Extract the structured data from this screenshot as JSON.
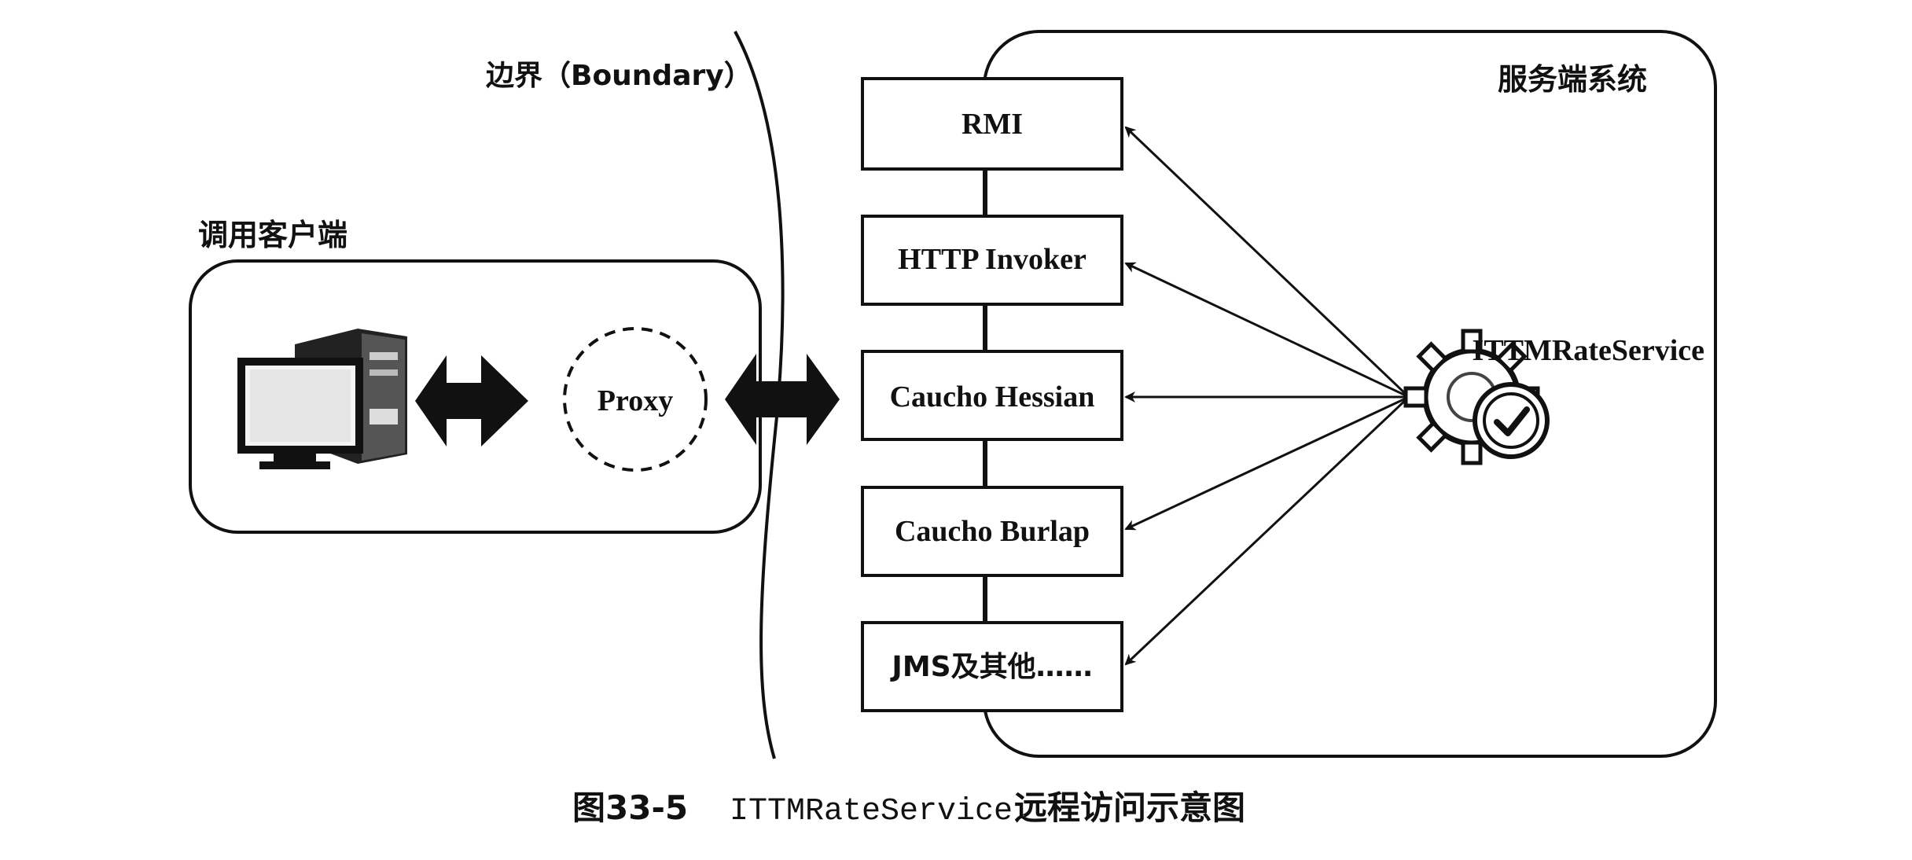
{
  "boundary": {
    "label": "边界（Boundary）"
  },
  "client": {
    "label": "调用客户端",
    "proxy_label": "Proxy",
    "computer_icon": "desktop-computer-icon"
  },
  "server": {
    "label": "服务端系统",
    "service_label": "ITTMRateService",
    "service_icon": "gear-check-icon",
    "protocols": [
      {
        "label": "RMI"
      },
      {
        "label": "HTTP Invoker"
      },
      {
        "label": "Caucho Hessian"
      },
      {
        "label": "Caucho Burlap"
      },
      {
        "label": "JMS及其他……"
      }
    ]
  },
  "caption": {
    "figure_no": "图33-5",
    "code": "ITTMRateService",
    "text": "远程访问示意图"
  }
}
